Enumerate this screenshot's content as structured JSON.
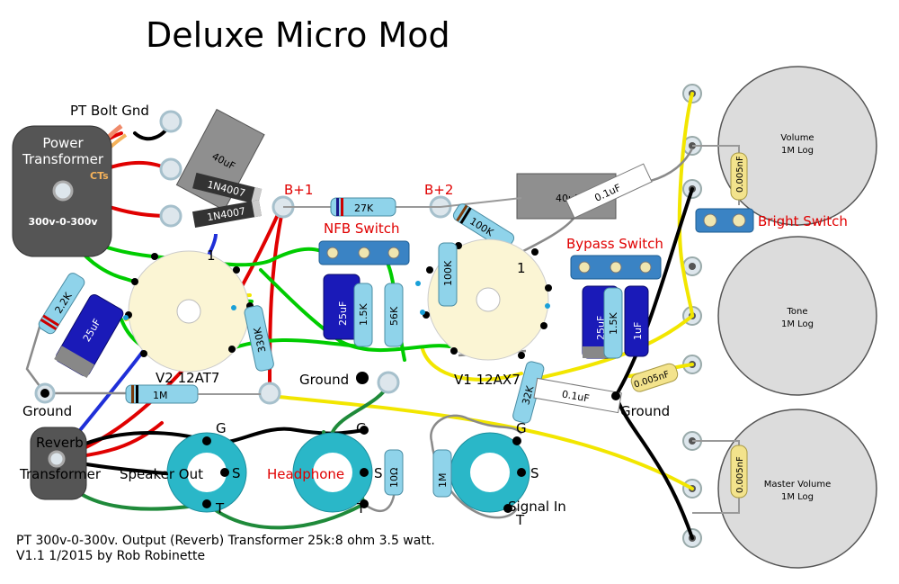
{
  "title": "Deluxe Micro Mod",
  "labels": {
    "pt_bolt_gnd": "PT Bolt Gnd",
    "pt_line1": "Power",
    "pt_line2": "Transformer",
    "cts": "CTs",
    "pt_voltage": "300v-0-300v",
    "b1": "B+1",
    "b2": "B+2",
    "nfb": "NFB Switch",
    "bypass": "Bypass Switch",
    "bright": "Bright Switch",
    "v2": "V2  12AT7",
    "v1": "V1  12AX7",
    "pin1a": "1",
    "pin1b": "1",
    "ground_left": "Ground",
    "ground_mid": "Ground",
    "ground_right": "Ground",
    "reverb1": "Reverb",
    "reverb2": "Transformer",
    "speaker_out": "Speaker Out",
    "headphone": "Headphone",
    "signal_in": "Signal In",
    "g1": "G",
    "s1": "S",
    "t1": "T",
    "g2": "G",
    "s2": "S",
    "t2": "T",
    "g3": "G",
    "s3": "S",
    "t3": "T"
  },
  "components": {
    "cap_40uf_a": "40uF",
    "cap_40uf_b": "40uF",
    "diode_a": "1N4007",
    "diode_b": "1N4007",
    "r_27k": "27K",
    "r_100k_a": "100K",
    "r_100k_b": "100K",
    "r_2_2k": "2.2K",
    "cap_25uf_a": "25uF",
    "r_1m_a": "1M",
    "r_330k": "330K",
    "cap_25uf_b": "25uF",
    "r_1_5k_a": "1.5K",
    "r_56k": "56K",
    "cap_25uf_c": "25uF",
    "r_1_5k_b": "1.5K",
    "cap_1uf": "1uF",
    "r_32k": "32K",
    "cap_01uf_a": "0.1uF",
    "cap_01uf_b": "0.1uF",
    "cap_005_a": "0.005nF",
    "cap_005_b": "0.005nF",
    "cap_005_c": "0.005nF",
    "r_10ohm": "10Ω",
    "r_1m_b": "1M"
  },
  "pots": [
    {
      "name": "Volume",
      "taper": "1M Log"
    },
    {
      "name": "Tone",
      "taper": "1M Log"
    },
    {
      "name": "Master Volume",
      "taper": "1M Log"
    }
  ],
  "footer": {
    "line1": "PT 300v-0-300v. Output (Reverb) Transformer 25k:8 ohm 3.5 watt.",
    "line2": "V1.1 1/2015 by Rob Robinette"
  },
  "colors": {
    "red_wire": "#e00000",
    "green_wire": "#00cc00",
    "yellow_wire": "#f2e600",
    "blue_wire": "#1f2fd8",
    "dark_green_wire": "#1f8a3a",
    "socket": "#fbf5d4",
    "jack": "#2ab7c8"
  }
}
